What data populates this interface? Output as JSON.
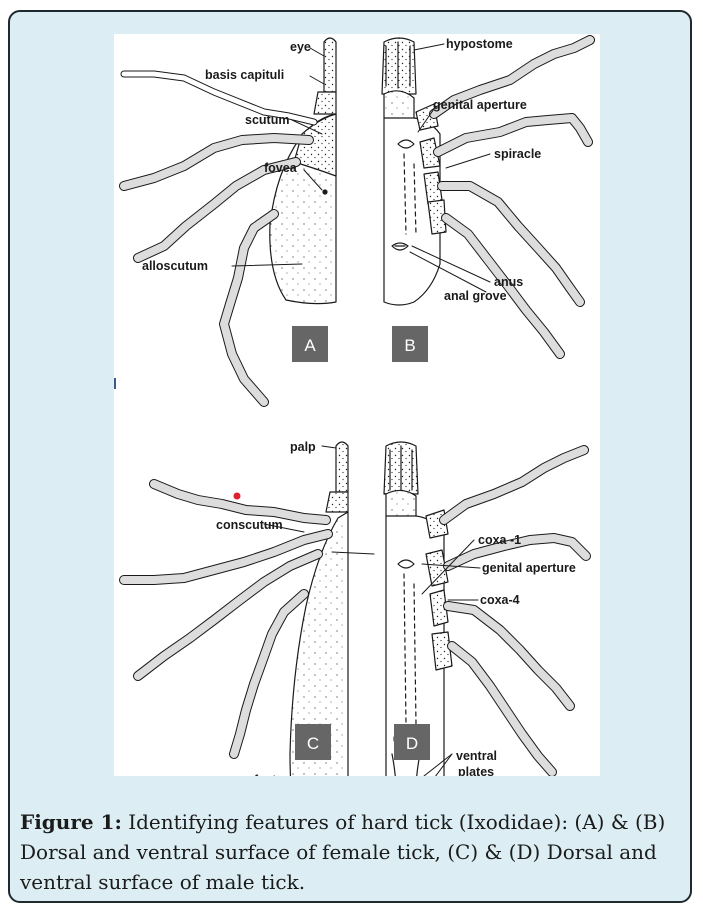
{
  "figure": {
    "panels": {
      "A": {
        "letter": "A",
        "labels": {
          "eye": "eye",
          "basis": "basis capituli",
          "scutum": "scutum",
          "fovea": "fovea",
          "alloscutum": "alloscutum"
        }
      },
      "B": {
        "letter": "B",
        "labels": {
          "hypostome": "hypostome",
          "genital": "genital aperture",
          "spiracle": "spiracle",
          "anus": "anus",
          "anal": "anal grove"
        }
      },
      "C": {
        "letter": "C",
        "labels": {
          "palp": "palp",
          "conscutum": "conscutum",
          "festoons": "festoons"
        }
      },
      "D": {
        "letter": "D",
        "labels": {
          "coxa1": "coxa -1",
          "genital": "genital aperture",
          "coxa4": "coxa-4",
          "ventral1": "ventral",
          "ventral2": "plates"
        }
      }
    }
  },
  "caption": {
    "prefix": "Figure 1:",
    "text": " Identifying features of hard tick (Ixodidae): (A) & (B) Dorsal and ventral surface of female tick, (C) & (D) Dorsal and ventral surface of male tick."
  },
  "colors": {
    "frame": "#dceef3",
    "badge": "#666666",
    "marker": "#e0202a"
  }
}
